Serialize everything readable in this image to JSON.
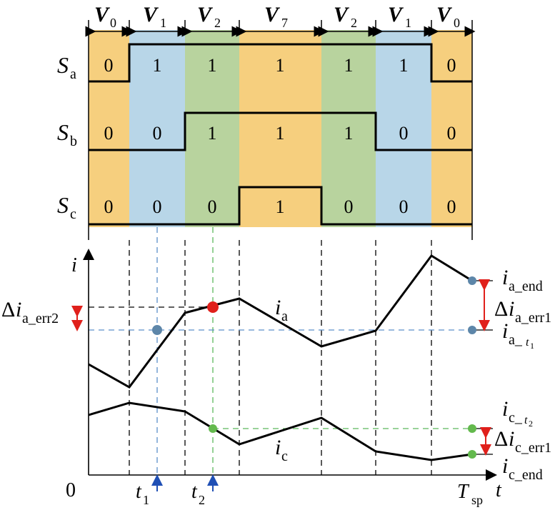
{
  "segments": [
    {
      "name": "V",
      "sub": "0",
      "color": "#f6cf7e"
    },
    {
      "name": "V",
      "sub": "1",
      "color": "#b8d6e8"
    },
    {
      "name": "V",
      "sub": "2",
      "color": "#b8d39e"
    },
    {
      "name": "V",
      "sub": "7",
      "color": "#f6cf7e"
    },
    {
      "name": "V",
      "sub": "2",
      "color": "#b8d39e"
    },
    {
      "name": "V",
      "sub": "1",
      "color": "#b8d6e8"
    },
    {
      "name": "V",
      "sub": "0",
      "color": "#f6cf7e"
    }
  ],
  "switches": [
    {
      "name": "S",
      "sub": "a",
      "bits": [
        "0",
        "1",
        "1",
        "1",
        "1",
        "1",
        "0"
      ]
    },
    {
      "name": "S",
      "sub": "b",
      "bits": [
        "0",
        "0",
        "1",
        "1",
        "1",
        "0",
        "0"
      ]
    },
    {
      "name": "S",
      "sub": "c",
      "bits": [
        "0",
        "0",
        "0",
        "1",
        "0",
        "0",
        "0"
      ]
    }
  ],
  "axes": {
    "y_label": "i",
    "x_label": "t",
    "origin": "0",
    "t1": {
      "main": "t",
      "sub": "1"
    },
    "t2": {
      "main": "t",
      "sub": "2"
    },
    "tsp": {
      "main": "T",
      "sub": "sp"
    }
  },
  "curves": {
    "ia": {
      "main": "i",
      "sub": "a"
    },
    "ic": {
      "main": "i",
      "sub": "c"
    }
  },
  "annotations": {
    "ia_end": {
      "main": "i",
      "sub": "a_end"
    },
    "ia_t1": {
      "main": "i",
      "sub": "a_",
      "sub2": "t",
      "sub3": "1"
    },
    "ic_t2": {
      "main": "i",
      "sub": "c_",
      "sub2": "t",
      "sub3": "2"
    },
    "ic_end": {
      "main": "i",
      "sub": "c_end"
    },
    "delta_ia_err1": {
      "pre": "Δ",
      "main": "i",
      "sub": "a_err1"
    },
    "delta_ia_err2": {
      "pre": "Δ",
      "main": "i",
      "sub": "a_err2"
    },
    "delta_ic_err1": {
      "pre": "Δ",
      "main": "i",
      "sub": "c_err1"
    }
  },
  "colors": {
    "blue_guide": "#5b8fc9",
    "green_guide": "#5cb85c",
    "red_marker": "#e0201b",
    "blue_marker": "#5d86a9",
    "green_marker": "#63b94d",
    "red_arrow": "#e0201b",
    "tick_arrow": "#1f4fb5"
  }
}
